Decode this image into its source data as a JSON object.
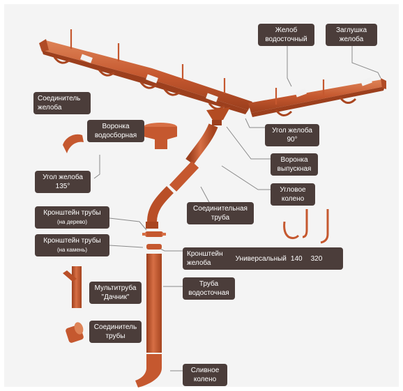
{
  "colors": {
    "copper": "#c5582f",
    "copper_dark": "#9c3f1d",
    "copper_light": "#de8357",
    "label_bg": "#4b3d3a",
    "leader": "#8a8a8a",
    "background": "#f4f4f4"
  },
  "labels": {
    "gutter": {
      "line1": "Желоб",
      "line2": "водосточный"
    },
    "end_cap": {
      "line1": "Заглушка",
      "line2": "желоба"
    },
    "gutter_connector": {
      "line1": "Соединитель",
      "line2": "желоба"
    },
    "funnel_collector": {
      "line1": "Воронка",
      "line2": "водосборная"
    },
    "gutter_corner_90": {
      "line1": "Угол желоба",
      "line2": "90°"
    },
    "outlet_funnel": {
      "line1": "Воронка",
      "line2": "выпускная"
    },
    "gutter_corner_135": {
      "line1": "Угол желоба",
      "line2": "135°"
    },
    "elbow": {
      "line1": "Угловое",
      "line2": "колено"
    },
    "connecting_pipe": {
      "line1": "Соединительная",
      "line2": "труба"
    },
    "pipe_bracket_wood": {
      "line1": "Кронштейн трубы",
      "line2": "(на дерево)"
    },
    "pipe_bracket_stone": {
      "line1": "Кронштейн трубы",
      "line2": "(на камень)"
    },
    "gutter_bracket": {
      "line1": "Кронштейн",
      "line2": "желоба",
      "variant": "Универсальный",
      "size1": "140",
      "size2": "320"
    },
    "multi_pipe": {
      "line1": "Мультитруба",
      "line2": "\"Дачник\""
    },
    "drain_pipe": {
      "line1": "Труба",
      "line2": "водосточная"
    },
    "pipe_connector": {
      "line1": "Соединитель",
      "line2": "трубы"
    },
    "drain_elbow": {
      "line1": "Сливное",
      "line2": "колено"
    }
  }
}
